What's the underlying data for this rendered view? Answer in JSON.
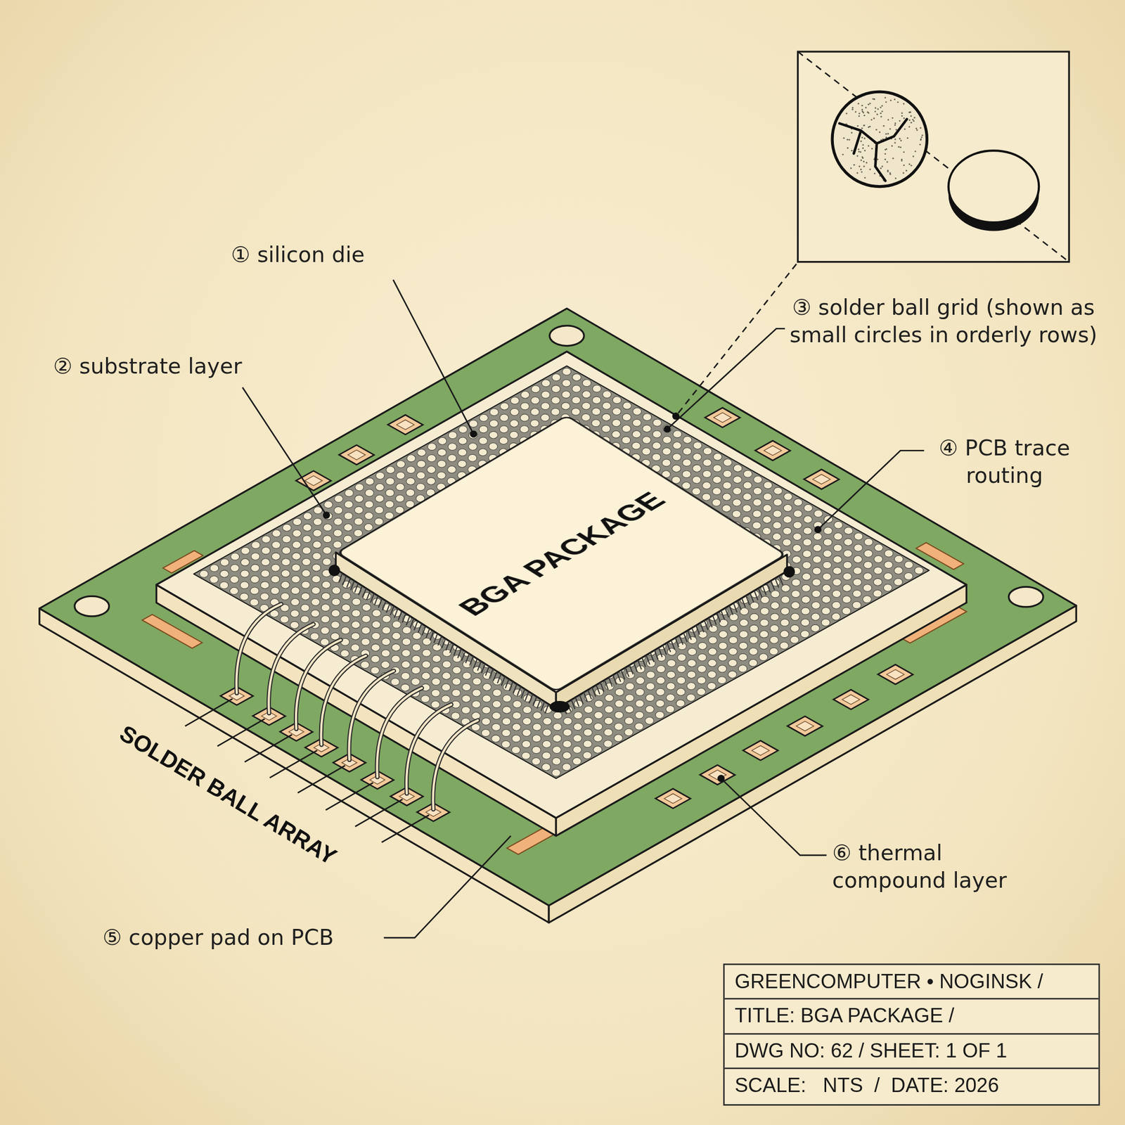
{
  "diagram": {
    "nodes": [
      {
        "text": [
          "BGA PACKAGE"
        ]
      }
    ],
    "labels": [
      "① silicon die",
      "② substrate layer",
      "③ solder ball grid (shown as small circles in orderly rows)",
      "④ PCB trace routing",
      "SOLDER BALL ARRAY",
      "⑥ thermal compound layer",
      "⑤ copper pad on PCB",
      "GREENCOMPUTER • NOGINSK /",
      "TITLE: BGA PACKAGE /",
      "DWG NO: 62 / SHEET: 1 OF 1",
      "SCALE:   NTS  /  DATE: 2026"
    ]
  }
}
